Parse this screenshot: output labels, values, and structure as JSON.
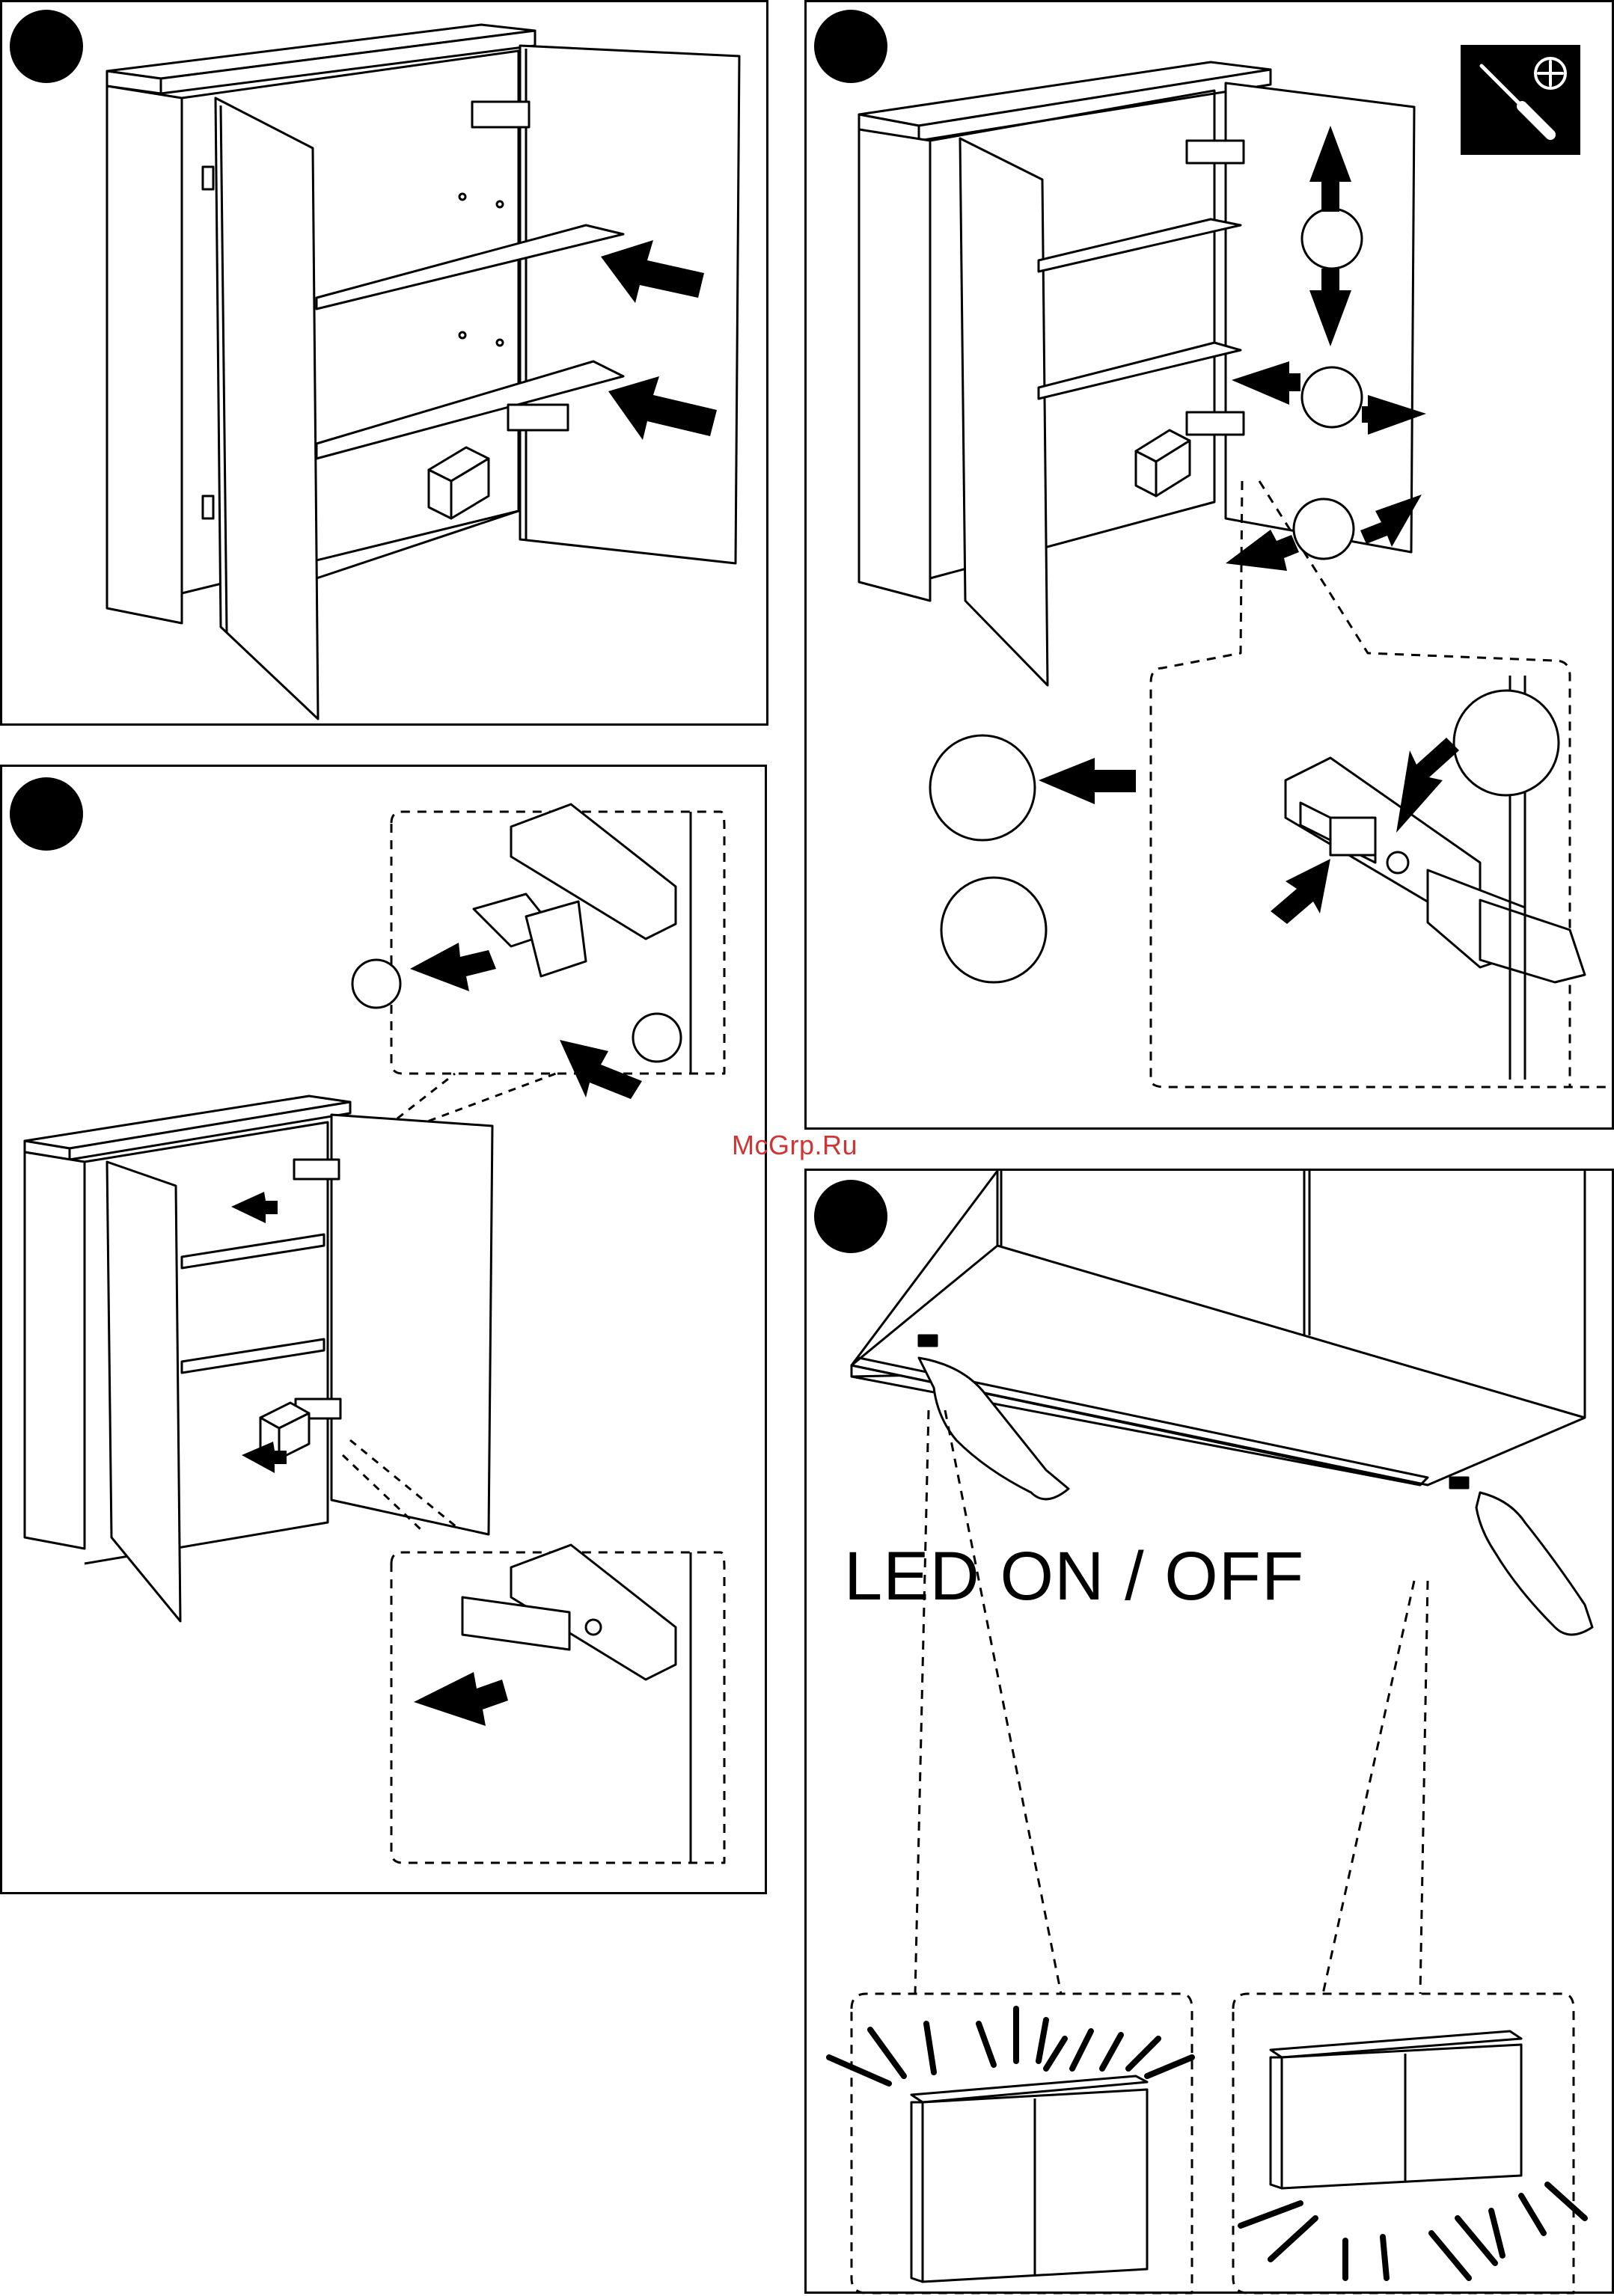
{
  "watermark": "McGrp.Ru",
  "led_label": "LED ON / OFF",
  "colors": {
    "line": "#000000",
    "watermark": "#d03434",
    "background": "#ffffff"
  },
  "icons": [
    "step-number-dot",
    "screwdriver-phillips-icon",
    "push-arrow-icon",
    "adjust-double-arrow-icon",
    "hand-press-icon",
    "light-ray-icon"
  ],
  "panels": [
    {
      "id": "panel-top-left",
      "step_marker": "filled-circle",
      "content": "open two-door mirror cabinet, insert two glass shelves"
    },
    {
      "id": "panel-top-right",
      "step_marker": "filled-circle",
      "content": "hinge adjustment in three directions with screwdriver"
    },
    {
      "id": "panel-middle-left",
      "step_marker": "filled-circle",
      "content": "clip hinge covers onto hinges"
    },
    {
      "id": "panel-bottom-right",
      "step_marker": "filled-circle",
      "content": "touch switch under cabinet turns LED on and off"
    }
  ]
}
